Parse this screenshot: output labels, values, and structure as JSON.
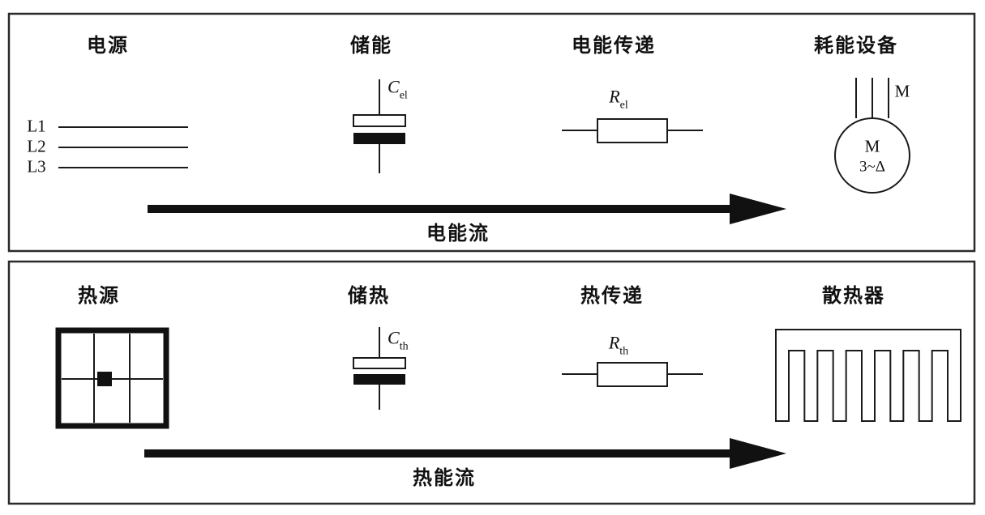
{
  "panels": {
    "electrical": {
      "headers": [
        "电源",
        "储能",
        "电能传递",
        "耗能设备"
      ],
      "phase_labels": [
        "L1",
        "L2",
        "L3"
      ],
      "capacitor_label": {
        "letter": "C",
        "sub": "el"
      },
      "resistor_label": {
        "letter": "R",
        "sub": "el"
      },
      "motor": {
        "terminal_label": "M",
        "name": "M",
        "type": "3~Δ"
      },
      "flow_label": "电能流"
    },
    "thermal": {
      "headers": [
        "热源",
        "储热",
        "热传递",
        "散热器"
      ],
      "capacitor_label": {
        "letter": "C",
        "sub": "th"
      },
      "resistor_label": {
        "letter": "R",
        "sub": "th"
      },
      "flow_label": "热能流"
    }
  },
  "colors": {
    "line": "#1a1a1a",
    "fill": "#111111",
    "background": "#ffffff"
  }
}
